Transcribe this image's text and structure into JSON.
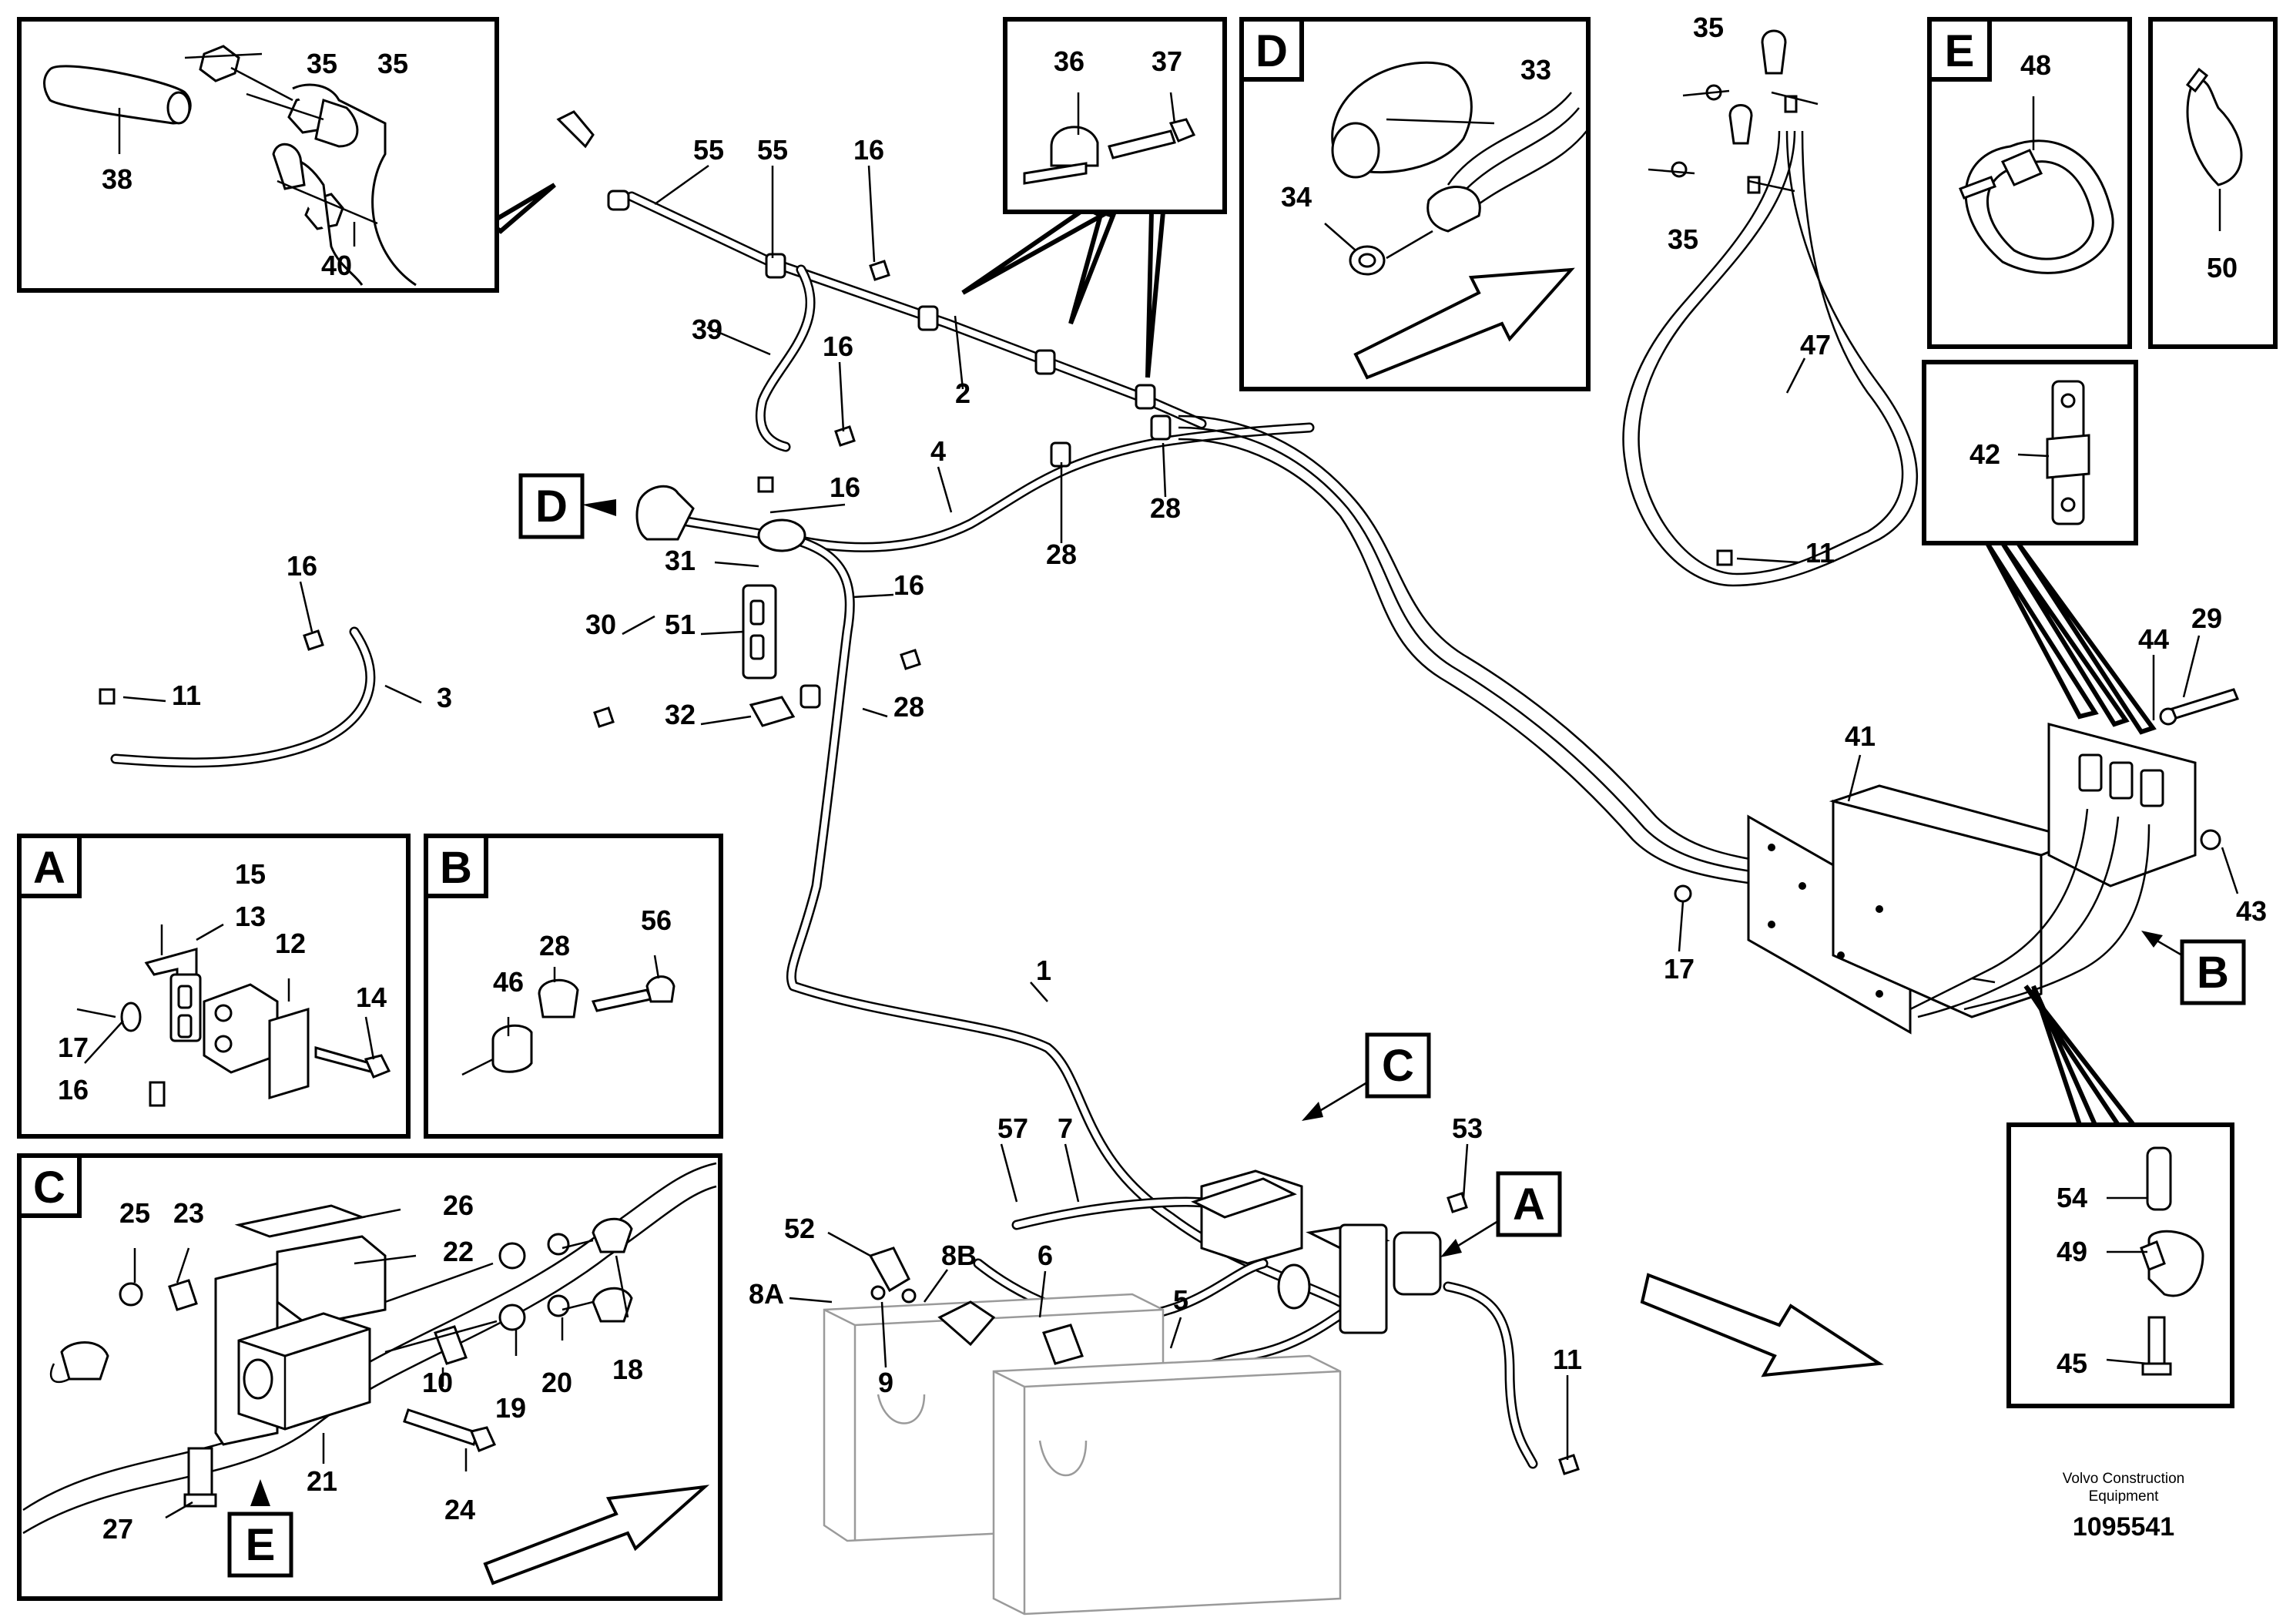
{
  "boxes": {
    "a": "A",
    "b": "B",
    "c": "C",
    "d": "D",
    "e": "E"
  },
  "labels": {
    "p1": "1",
    "p2": "2",
    "p3": "3",
    "p4": "4",
    "p5": "5",
    "p6": "6",
    "p7": "7",
    "p8a": "8A",
    "p8b": "8B",
    "p9": "9",
    "p10": "10",
    "p11_left": "11",
    "p11_right": "11",
    "p11_bottom": "11",
    "p12": "12",
    "p13": "13",
    "p14": "14",
    "p15": "15",
    "p16_a": "16",
    "p16_top": "16",
    "p16_mid": "16",
    "p16_clamp": "16",
    "p16_right": "16",
    "p16_cable3": "16",
    "p17_a": "17",
    "p17_right": "17",
    "p18": "18",
    "p19": "19",
    "p20": "20",
    "p21": "21",
    "p22": "22",
    "p23": "23",
    "p24": "24",
    "p25": "25",
    "p26": "26",
    "p27": "27",
    "p28_b": "28",
    "p28_a": "28",
    "p28_b2": "28",
    "p28_c": "28",
    "p29": "29",
    "p30": "30",
    "p31": "31",
    "p32": "32",
    "p33": "33",
    "p34": "34",
    "p35_a": "35",
    "p35_b": "35",
    "p35_c": "35",
    "p35_d": "35",
    "p36": "36",
    "p37": "37",
    "p38": "38",
    "p39": "39",
    "p40": "40",
    "p41": "41",
    "p42": "42",
    "p43": "43",
    "p44": "44",
    "p45": "45",
    "p46": "46",
    "p47": "47",
    "p48": "48",
    "p49": "49",
    "p50": "50",
    "p51": "51",
    "p52": "52",
    "p53": "53",
    "p54": "54",
    "p55_a": "55",
    "p55_b": "55",
    "p56": "56",
    "p57": "57"
  },
  "footer": {
    "company_line1": "Volvo Construction",
    "company_line2": "Equipment",
    "document_number": "1095541"
  }
}
